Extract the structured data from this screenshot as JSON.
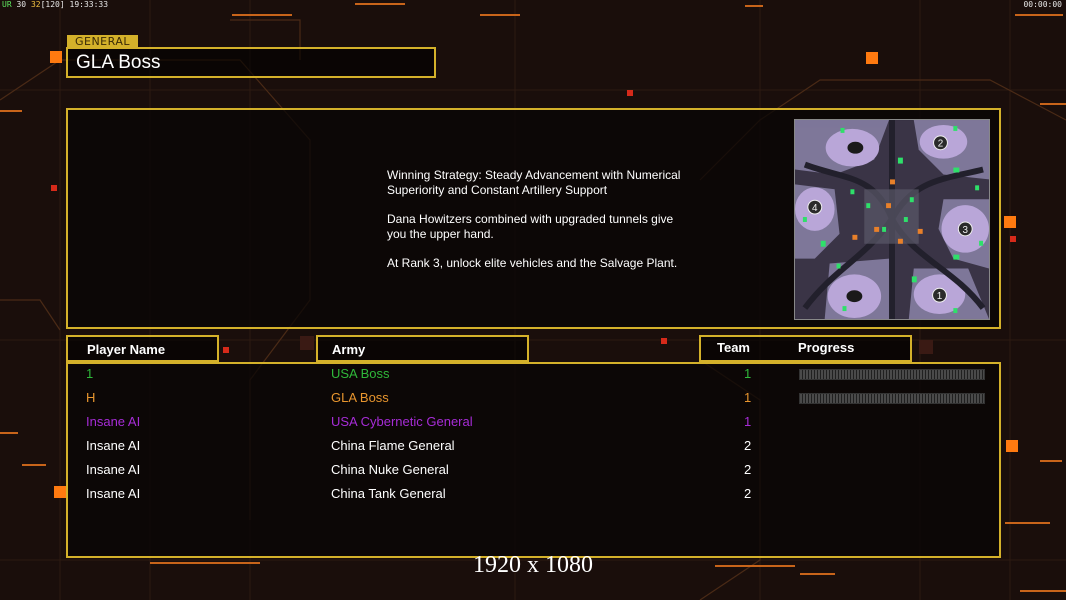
{
  "hud": {
    "left_prefix": "UR",
    "fps": "30",
    "frame_a": "32",
    "frame_b": "120",
    "clock": "19:33:33",
    "timer": "00:00:00"
  },
  "header": {
    "tag": "GENERAL",
    "title": "GLA Boss"
  },
  "briefing": {
    "paragraphs": [
      "Winning Strategy: Steady Advancement with Numerical\n Superiority and Constant Artillery Support",
      "Dana Howitzers combined with upgraded tunnels give\n you the upper hand.",
      "At Rank 3, unlock elite vehicles and the Salvage Plant."
    ]
  },
  "minimap": {
    "start_positions": [
      "1",
      "2",
      "3",
      "4"
    ]
  },
  "table": {
    "col_player": "Player Name",
    "col_army": "Army",
    "col_team": "Team",
    "col_progress": "Progress",
    "rows": [
      {
        "name": "1",
        "army": "USA Boss",
        "team": "1",
        "color": "#2fb83a",
        "progress": 0
      },
      {
        "name": "H",
        "army": "GLA Boss",
        "team": "1",
        "color": "#e8952e",
        "progress": 0
      },
      {
        "name": "Insane AI",
        "army": "USA Cybernetic General",
        "team": "1",
        "color": "#a62cd6"
      },
      {
        "name": "Insane AI",
        "army": "China Flame General",
        "team": "2",
        "color": "#ffffff"
      },
      {
        "name": "Insane AI",
        "army": "China Nuke General",
        "team": "2",
        "color": "#ffffff"
      },
      {
        "name": "Insane AI",
        "army": "China Tank General",
        "team": "2",
        "color": "#ffffff"
      }
    ]
  },
  "resolution_label": "1920 x 1080",
  "colors": {
    "frame": "#d4b12a",
    "accent_orange": "#f07a10",
    "accent_red": "#d02a1a"
  }
}
